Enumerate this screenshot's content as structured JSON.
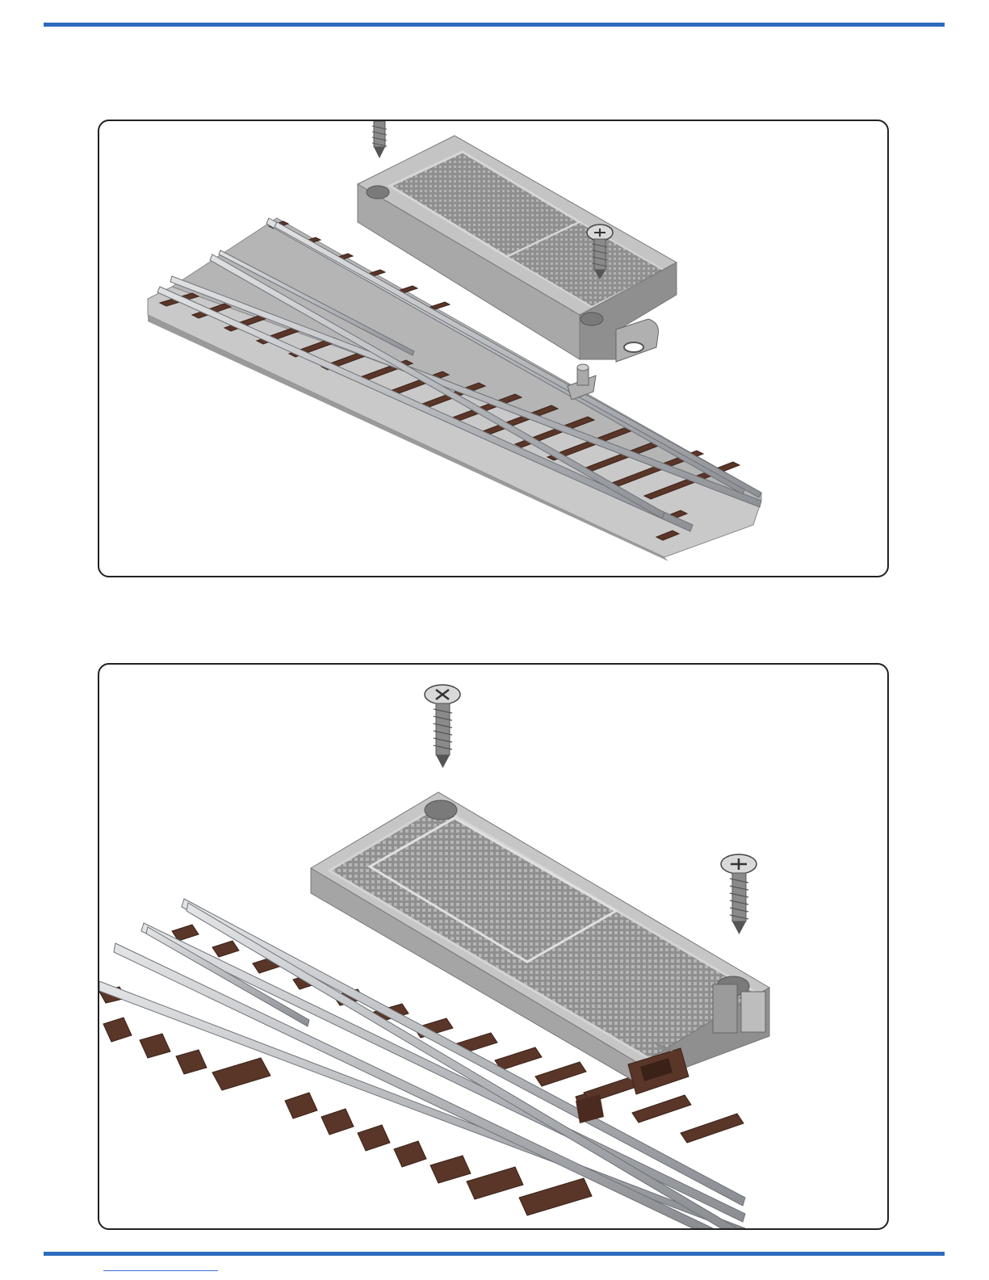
{
  "colors": {
    "accent_blue": "#2e6bbf",
    "frame": "#222222",
    "module_gray": "#9c9c9c",
    "rail_silver": "#b9bcc0",
    "tie_brown": "#5a3628"
  },
  "figures": [
    {
      "subject": "switch-machine-over-turnout",
      "parts": [
        "wood-screw",
        "wood-screw",
        "switch-machine",
        "turnout-track",
        "throw-bar-pin"
      ]
    },
    {
      "subject": "switch-machine-over-turnout-closeup",
      "parts": [
        "wood-screw",
        "wood-screw",
        "switch-machine",
        "turnout-track",
        "throw-bar-clip"
      ]
    }
  ]
}
